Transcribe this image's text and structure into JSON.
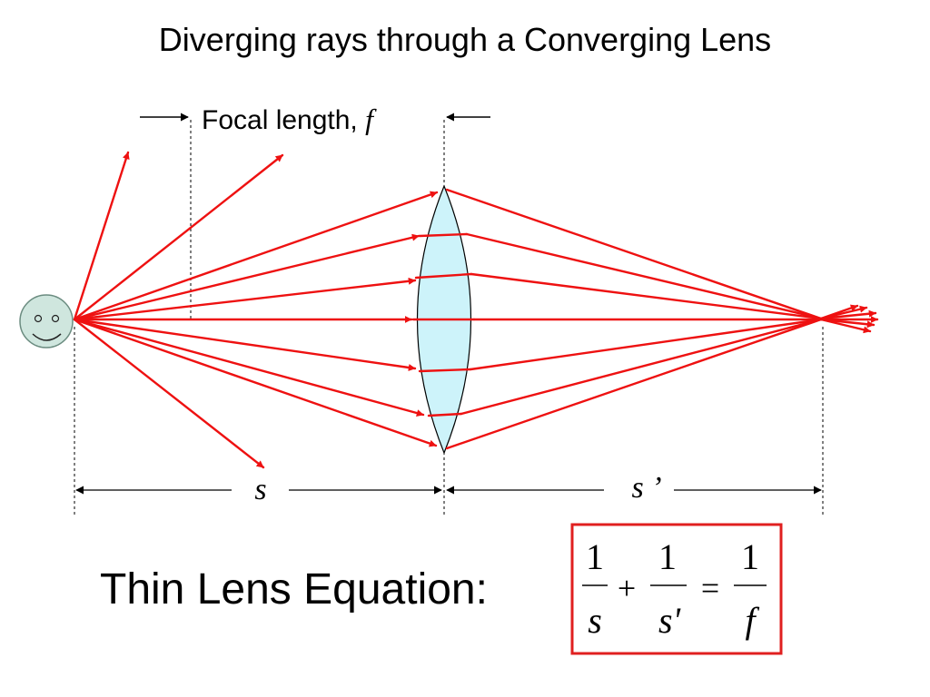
{
  "title": "Diverging rays through a Converging Lens",
  "focal_label": "Focal length, ",
  "focal_symbol": "f",
  "object_distance_label": "s",
  "image_distance_label": "s ’",
  "equation_label": "Thin Lens Equation:",
  "equation": {
    "term1_numerator": "1",
    "term1_denominator": "s",
    "plus": "+",
    "term2_numerator": "1",
    "term2_denominator": "s'",
    "equals": "=",
    "term3_numerator": "1",
    "term3_denominator": "f"
  },
  "colors": {
    "ray": "#ee1111",
    "lens_fill": "#cdf3fa",
    "face": "#cfe6de",
    "equation_box": "#e02020",
    "text": "#000000"
  },
  "icons": {
    "object": "smiley-face-icon"
  }
}
